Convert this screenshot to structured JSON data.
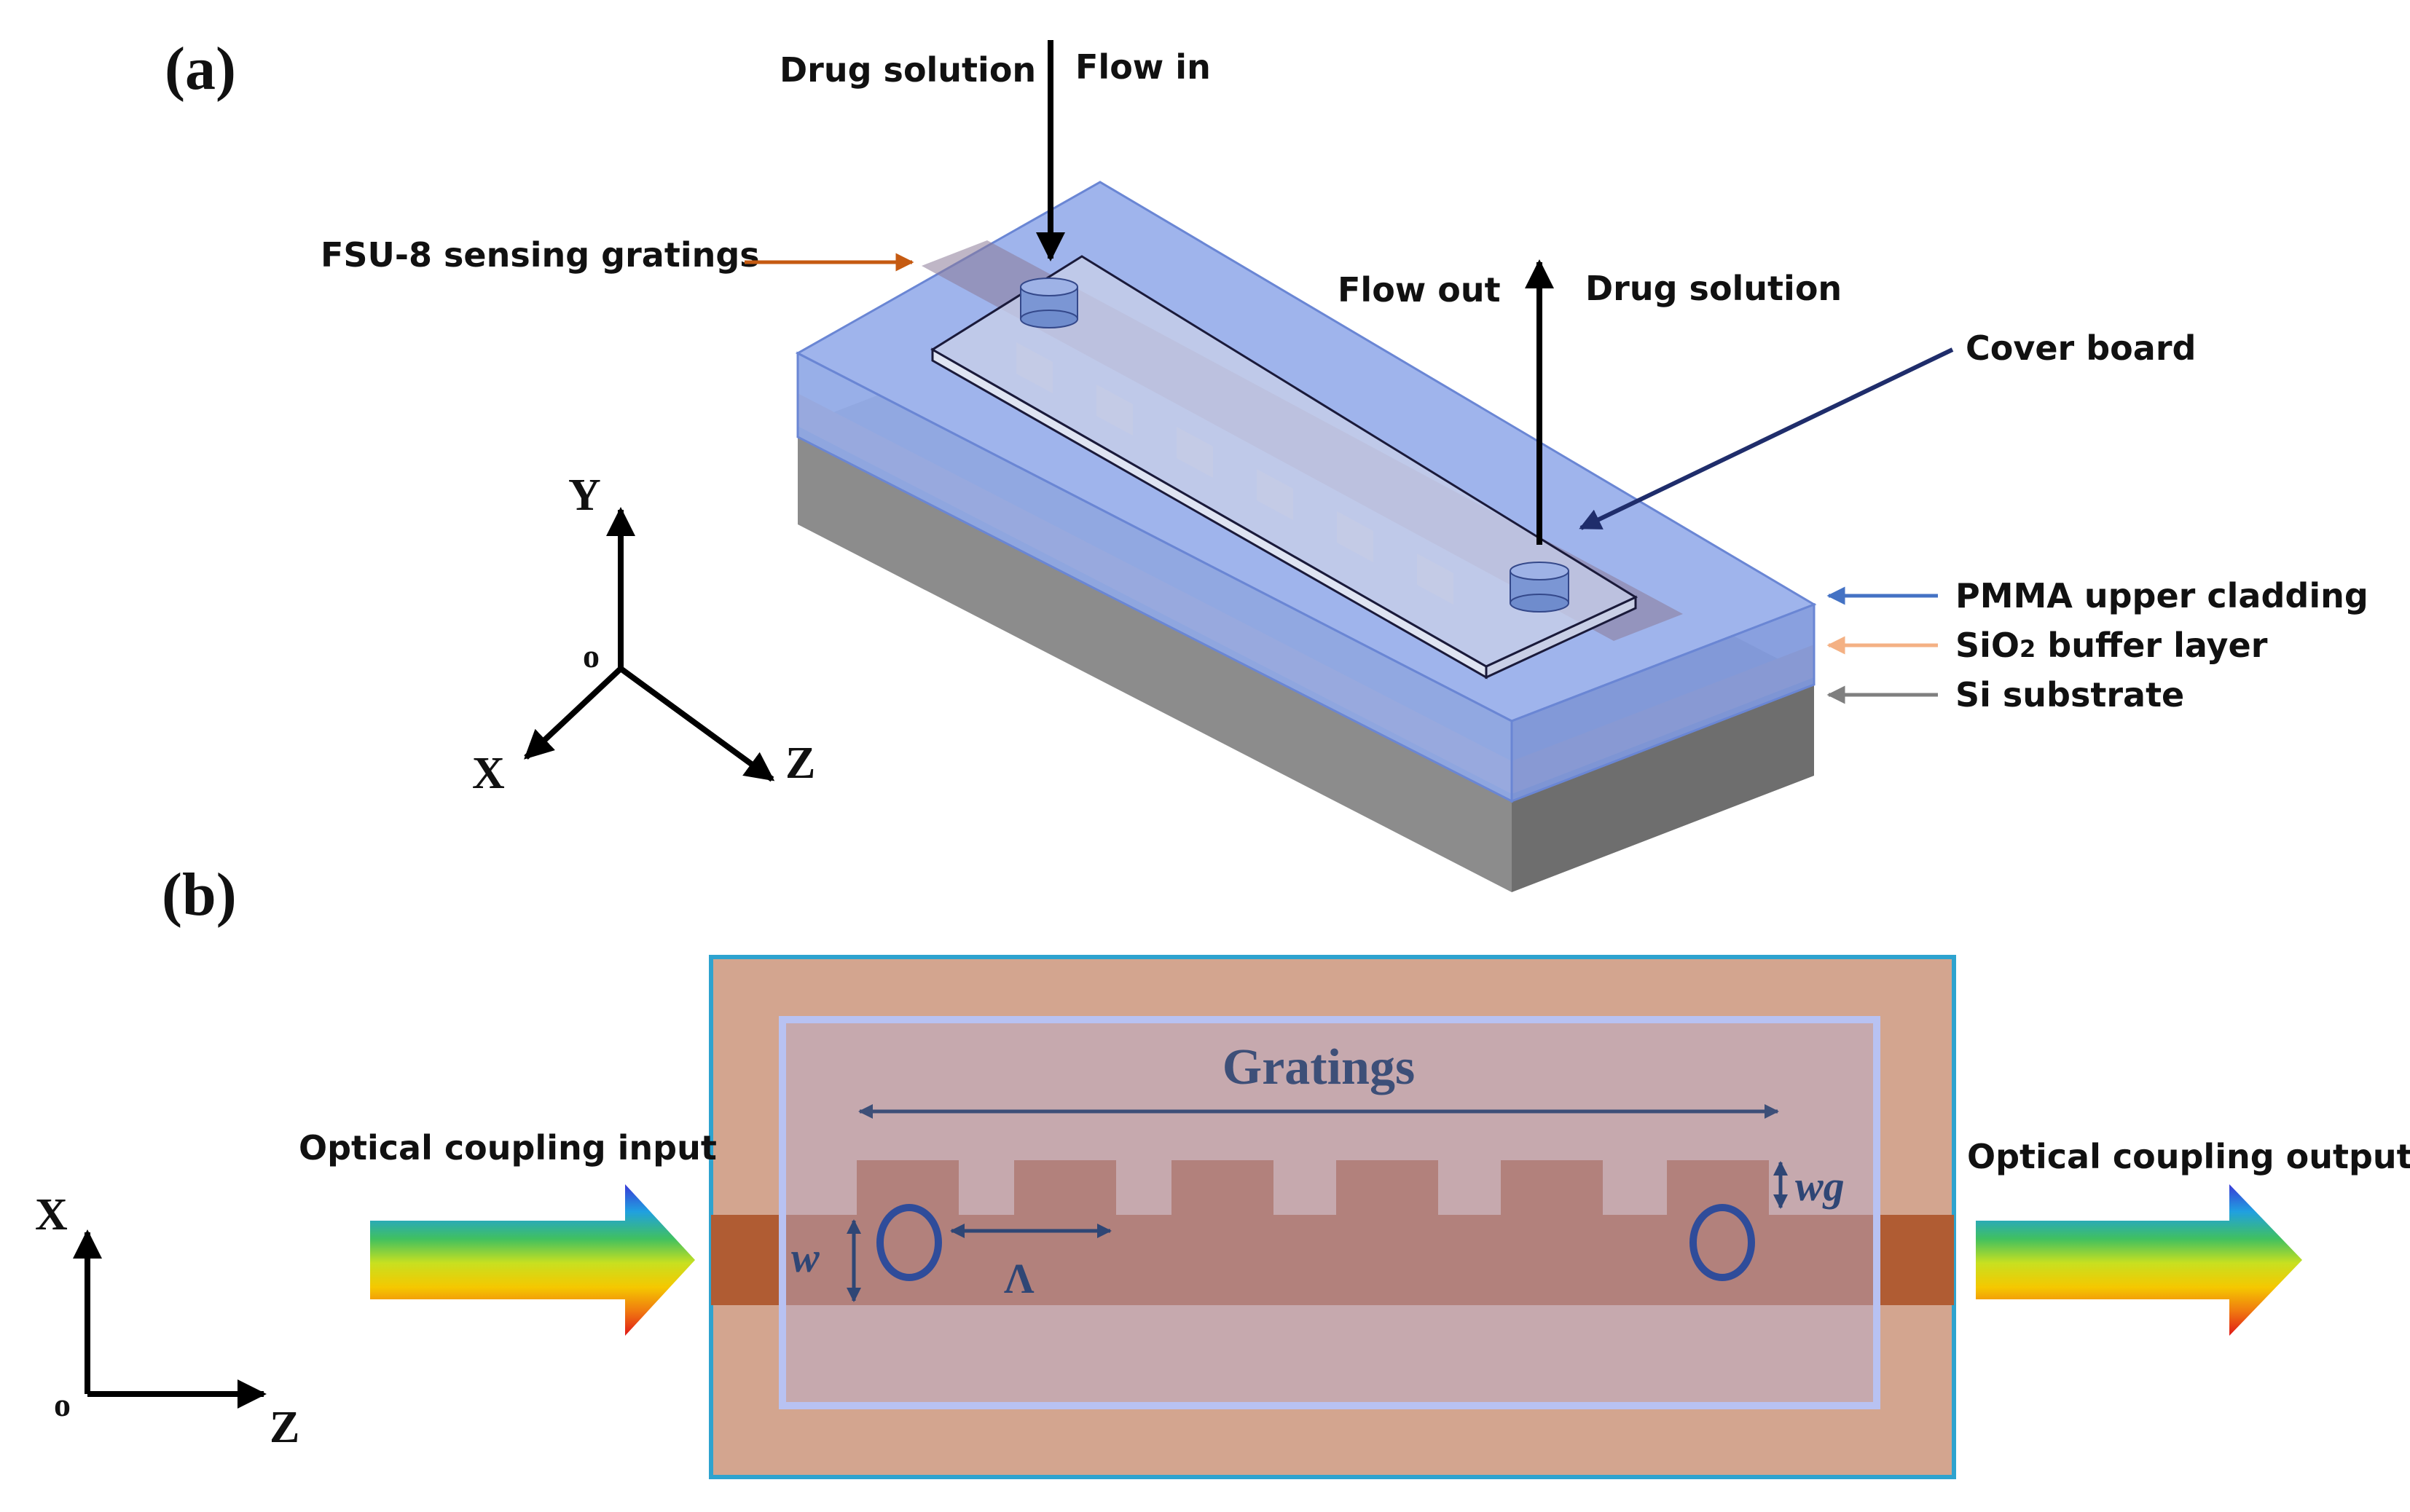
{
  "panel_a": {
    "tag": "(a)",
    "labels": {
      "drug_solution_in": "Drug solution",
      "flow_in": "Flow in",
      "fsu8": "FSU-8 sensing gratings",
      "flow_out": "Flow out",
      "drug_solution_out": "Drug solution",
      "cover_board": "Cover board",
      "pmma": "PMMA upper cladding",
      "sio2_prefix": "SiO",
      "sio2_sub": "2",
      "sio2_suffix": " buffer layer",
      "si": "Si substrate"
    },
    "axes": {
      "y": "Y",
      "x": "X",
      "z": "Z",
      "origin": "o"
    }
  },
  "panel_b": {
    "tag": "(b)",
    "labels": {
      "gratings": "Gratings",
      "input": "Optical coupling input",
      "output": "Optical coupling output",
      "w": "w",
      "lambda": "Λ",
      "wg": "wg"
    },
    "axes": {
      "x": "X",
      "z": "Z",
      "origin": "o"
    }
  },
  "colors": {
    "pmma_blue": "#8fa8e6",
    "sio2_orange": "#f4b184",
    "si_gray": "#8c8c8c",
    "fsu8_arrow": "#c55a11",
    "cover_arrow": "#1f2d6b",
    "pmma_arrow": "#4472c4",
    "grating_body": "#a27a71",
    "panel_b_bg": "#d3a58f",
    "waveguide_core": "#b05c33"
  }
}
